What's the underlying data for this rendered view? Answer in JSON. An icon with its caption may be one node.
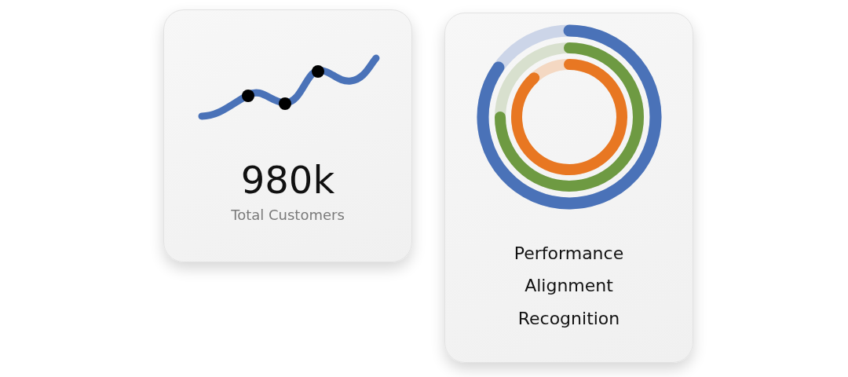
{
  "diagram": {
    "nodes": [
      {
        "text": [
          "980k",
          "Total Customers"
        ]
      },
      {
        "text": [
          "Performance",
          "Alignment",
          "Recognition"
        ]
      }
    ]
  }
}
